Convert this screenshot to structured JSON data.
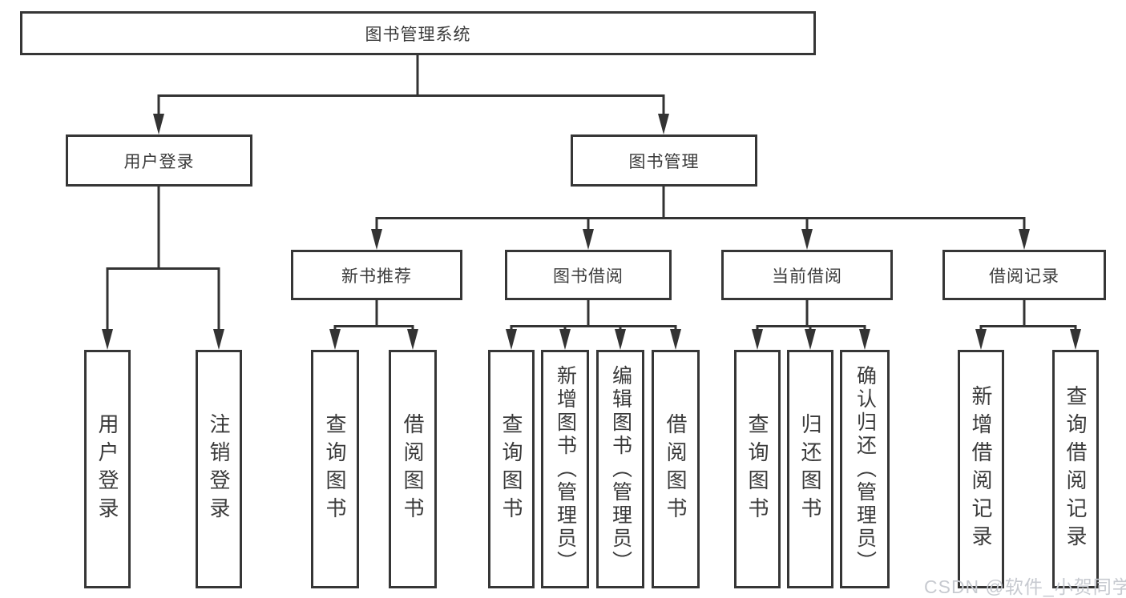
{
  "diagram": {
    "root": {
      "label": "图书管理系统"
    },
    "level2": [
      {
        "label": "用户登录"
      },
      {
        "label": "图书管理"
      }
    ],
    "level3": [
      {
        "label": "新书推荐"
      },
      {
        "label": "图书借阅"
      },
      {
        "label": "当前借阅"
      },
      {
        "label": "借阅记录"
      }
    ],
    "leaves": [
      {
        "label": "用户登录"
      },
      {
        "label": "注销登录"
      },
      {
        "label": "查询图书"
      },
      {
        "label": "借阅图书"
      },
      {
        "label": "查询图书"
      },
      {
        "label": "新增图书（管理员）"
      },
      {
        "label": "编辑图书（管理员）"
      },
      {
        "label": "借阅图书"
      },
      {
        "label": "查询图书"
      },
      {
        "label": "归还图书"
      },
      {
        "label": "确认归还（管理员）"
      },
      {
        "label": "新增借阅记录"
      },
      {
        "label": "查询借阅记录"
      }
    ]
  },
  "watermark": {
    "text": "CSDN @软件_小贺同学"
  },
  "colors": {
    "line": "#333333",
    "border": "#363636",
    "text": "#3b3b3b",
    "watermark": "#c7cad0",
    "background": "#ffffff"
  }
}
